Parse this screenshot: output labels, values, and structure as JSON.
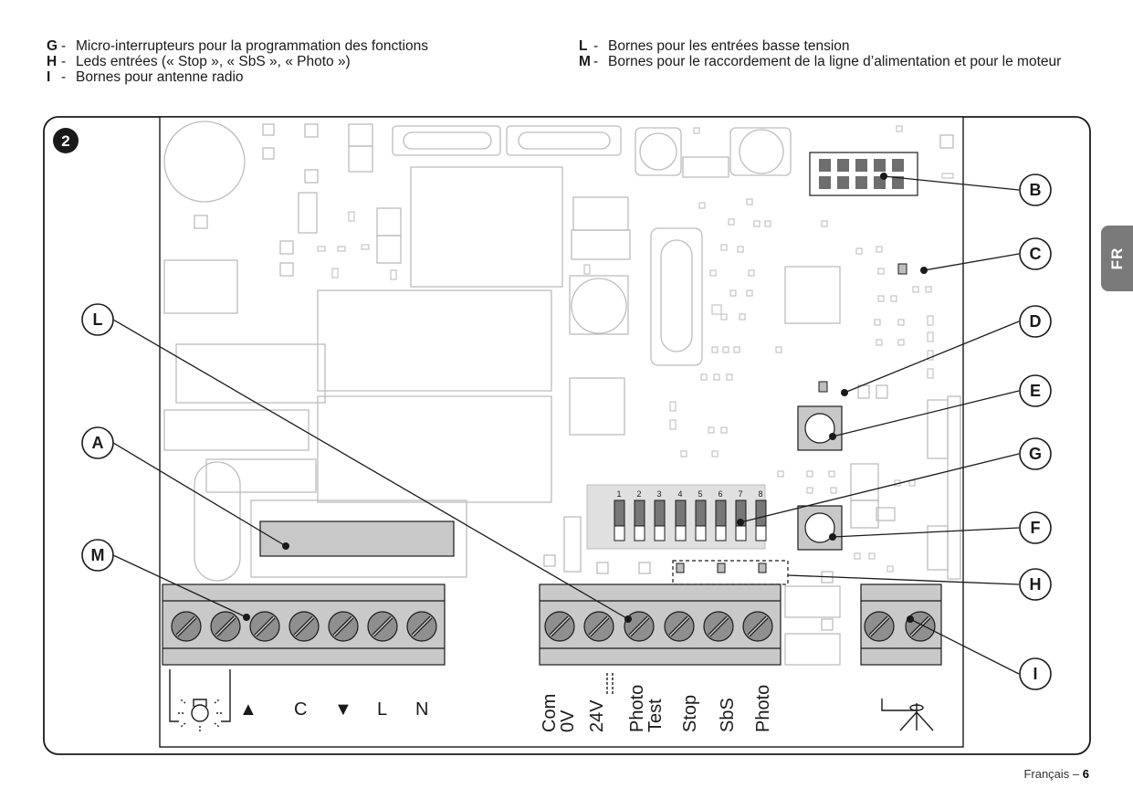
{
  "legend": {
    "left": [
      {
        "key": "G",
        "dash": "-",
        "text": "Micro-interrupteurs pour la programmation des fonctions"
      },
      {
        "key": "H",
        "dash": "-",
        "text": "Leds entrées (« Stop », « SbS », « Photo »)"
      },
      {
        "key": "I",
        "dash": "-",
        "text": "Bornes pour antenne radio"
      }
    ],
    "right": [
      {
        "key": "L",
        "dash": "-",
        "text": "Bornes pour les entrées basse tension"
      },
      {
        "key": "M",
        "dash": "-",
        "text": "Bornes pour le raccordement de la ligne d’alimentation et pour le moteur"
      }
    ]
  },
  "figure_number": "2",
  "callouts": [
    "A",
    "B",
    "C",
    "D",
    "E",
    "F",
    "G",
    "H",
    "I",
    "L",
    "M"
  ],
  "dip_numbers": [
    "1",
    "2",
    "3",
    "4",
    "5",
    "6",
    "7",
    "8"
  ],
  "terminal_labels_power": [
    "▲",
    "C",
    "▼",
    "L",
    "N"
  ],
  "terminal_labels_input": [
    "Com 0V",
    "24V",
    "Photo Test",
    "Stop",
    "SbS",
    "Photo"
  ],
  "side_tab": "FR",
  "footer": {
    "language": "Français",
    "sep": " – ",
    "page": "6"
  },
  "colors": {
    "line": "#1a1a1a",
    "component": "#c8c8c8",
    "terminal_fill": "#c9c9c9",
    "screw": "#8f8f8f",
    "tab": "#7a7a7a"
  },
  "icons": [
    "flashing-light-icon",
    "antenna-icon"
  ]
}
